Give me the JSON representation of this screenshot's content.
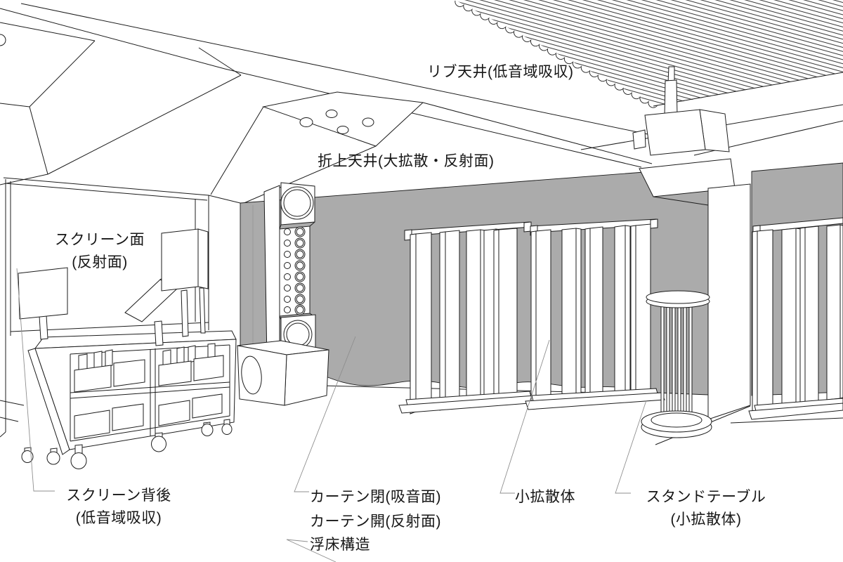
{
  "colors": {
    "background": "#ffffff",
    "line": "#1c1c1c",
    "curtain_gray": "#ababab",
    "curtain_fold_gray": "#9a9a9a",
    "leader_gray": "#8f8f8f"
  },
  "labels": {
    "rib_ceiling": "リブ天井(低音域吸収)",
    "coffered_ceiling": "折上天井(大拡散・反射面)",
    "screen_surface_line1": "スクリーン面",
    "screen_surface_line2": "(反射面)",
    "screen_back_line1": "スクリーン背後",
    "screen_back_line2": "(低音域吸収)",
    "curtain_closed": "カーテン閉(吸音面)",
    "curtain_open": "カーテン開(反射面)",
    "floating_floor": "浮床構造",
    "small_diffuser": "小拡散体",
    "stand_table_line1": "スタンドテーブル",
    "stand_table_line2": "(小拡散体)"
  }
}
